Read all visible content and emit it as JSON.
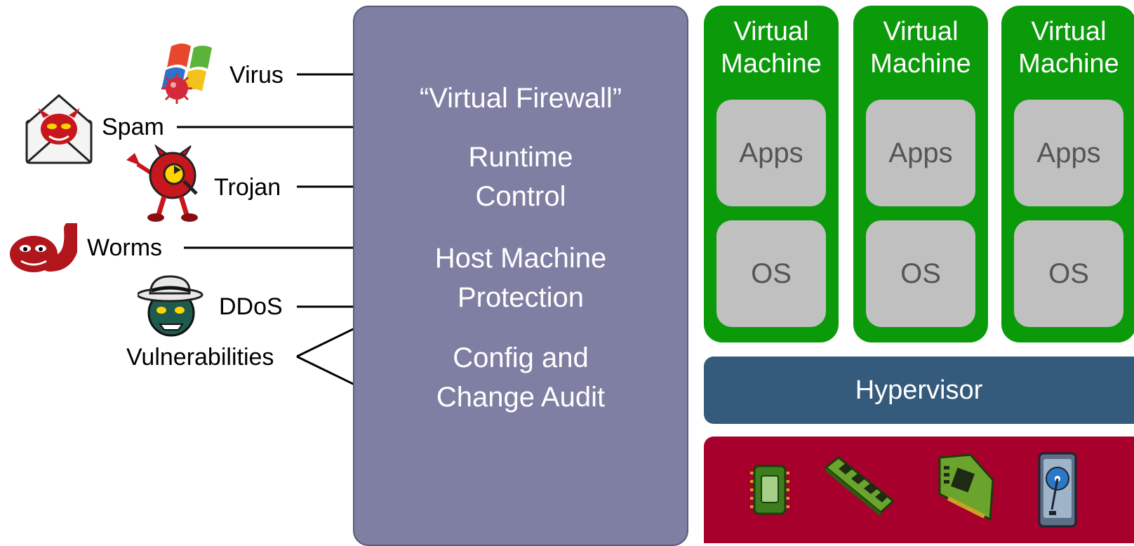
{
  "threats": [
    {
      "label": "Virus",
      "icon": "virus-windows-icon"
    },
    {
      "label": "Spam",
      "icon": "spam-envelope-icon"
    },
    {
      "label": "Trojan",
      "icon": "trojan-devil-icon"
    },
    {
      "label": "Worms",
      "icon": "worm-icon"
    },
    {
      "label": "DDoS",
      "icon": "ddos-hat-monster-icon"
    },
    {
      "label": "Vulnerabilities"
    }
  ],
  "security_panel": {
    "items": [
      "“Virtual Firewall”",
      "Runtime\nControl",
      "Host Machine\nProtection",
      "Config and\nChange Audit"
    ]
  },
  "virtual_machines": [
    {
      "title": "Virtual\nMachine",
      "apps": "Apps",
      "os": "OS"
    },
    {
      "title": "Virtual\nMachine",
      "apps": "Apps",
      "os": "OS"
    },
    {
      "title": "Virtual\nMachine",
      "apps": "Apps",
      "os": "OS"
    }
  ],
  "hypervisor": {
    "label": "Hypervisor"
  },
  "hardware": {
    "icons": [
      "cpu-chip-icon",
      "memory-module-icon",
      "network-card-icon",
      "hard-drive-icon"
    ]
  },
  "colors": {
    "security_panel": "#7f7fa4",
    "vm": "#0a9a0a",
    "vm_box": "#c0c0c0",
    "hypervisor": "#345a7c",
    "hardware": "#a8002c"
  }
}
